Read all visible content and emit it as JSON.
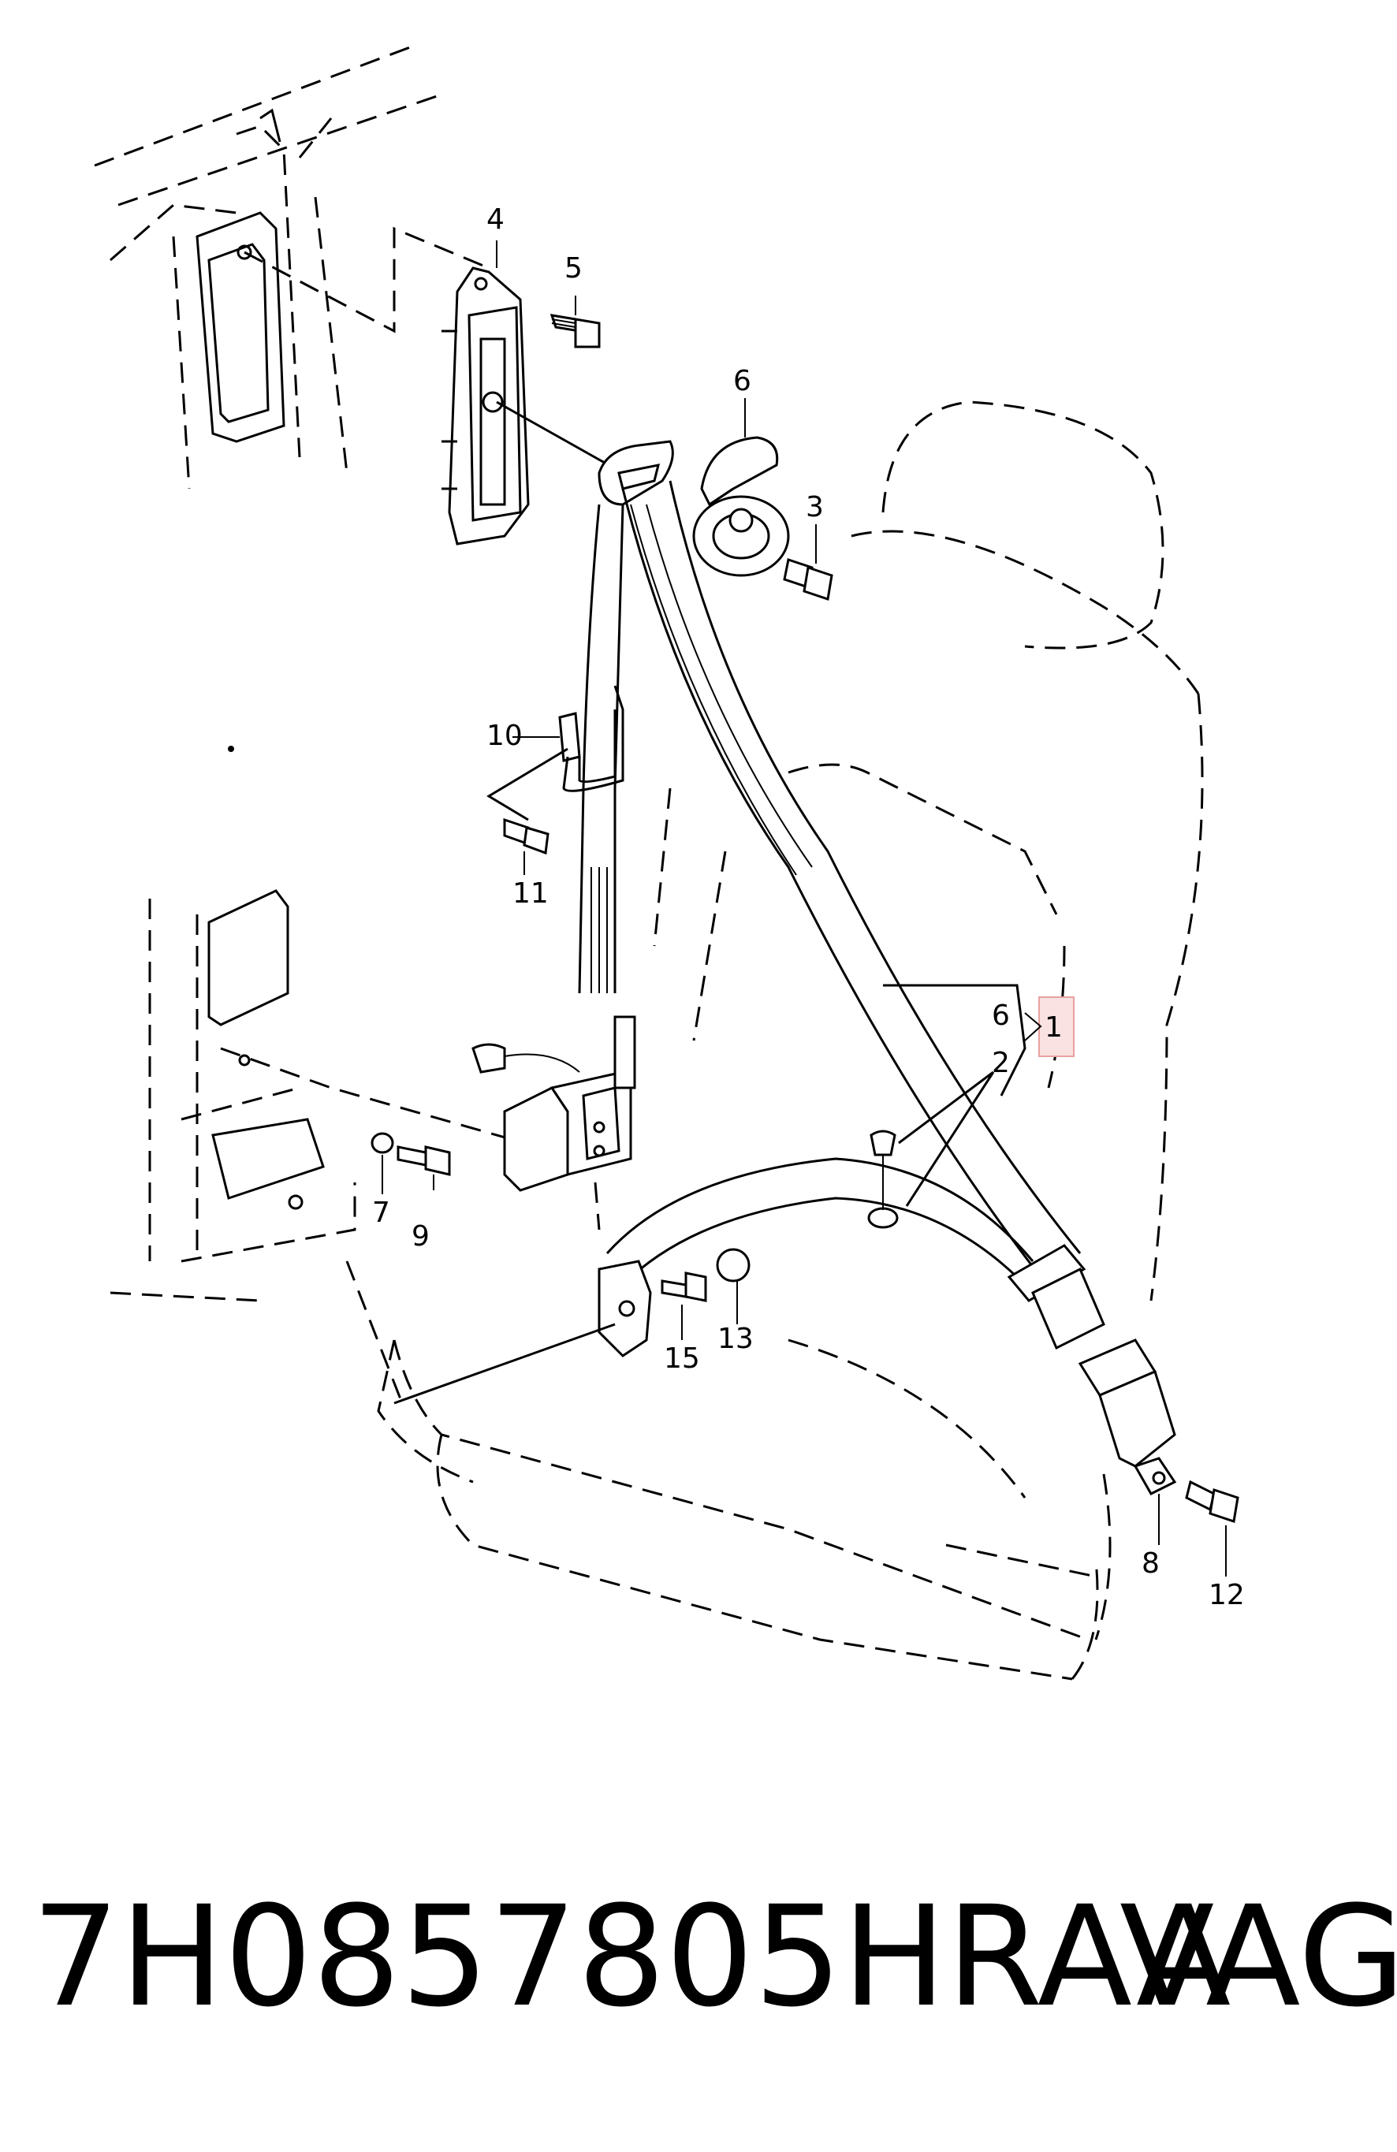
{
  "diagram": {
    "callouts": [
      {
        "id": "c1",
        "label": "1",
        "highlighted": true
      },
      {
        "id": "c2",
        "label": "2"
      },
      {
        "id": "c3",
        "label": "3"
      },
      {
        "id": "c4",
        "label": "4"
      },
      {
        "id": "c5",
        "label": "5"
      },
      {
        "id": "c6a",
        "label": "6"
      },
      {
        "id": "c6b",
        "label": "6"
      },
      {
        "id": "c7",
        "label": "7"
      },
      {
        "id": "c8",
        "label": "8"
      },
      {
        "id": "c9",
        "label": "9"
      },
      {
        "id": "c10",
        "label": "10"
      },
      {
        "id": "c11",
        "label": "11"
      },
      {
        "id": "c12",
        "label": "12"
      },
      {
        "id": "c13",
        "label": "13"
      },
      {
        "id": "c15",
        "label": "15"
      }
    ]
  },
  "footer": {
    "part_number": "7H0857805HRAA",
    "brand": "VAG"
  },
  "colors": {
    "highlight": "#e8a0a0",
    "ink": "#000000"
  }
}
